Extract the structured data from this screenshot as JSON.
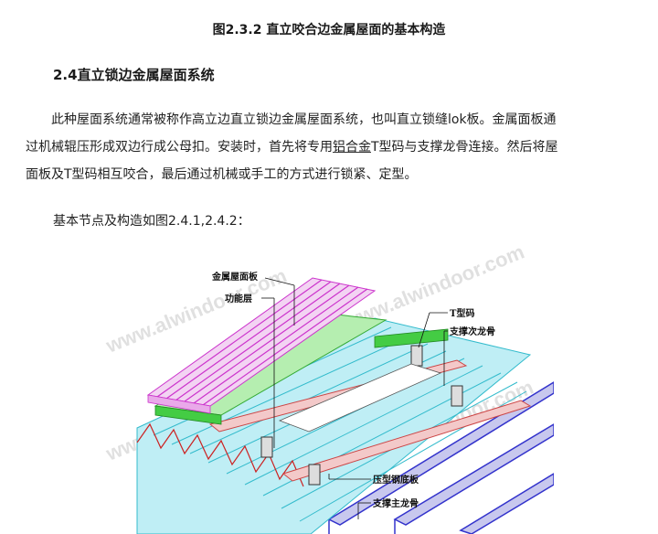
{
  "document": {
    "figure_caption": "图2.3.2 直立咬合边金属屋面的基本构造",
    "section_heading": "2.4直立锁边金属屋面系统",
    "paragraph": {
      "line1": "此种屋面系统通常被称作高立边直立锁边金属屋面系统，也叫直立锁缝lok板。金属面板通",
      "line2_before": "过机械辊压形成双边行成公母扣。安装时，首先将专用",
      "line2_underlined": "铝合金",
      "line2_after": "T型码与支撑龙骨连接。然后将屋",
      "line3": "面板及T型码相互咬合，最后通过机械或手工的方式进行锁紧、定型。"
    },
    "nodes_text": "基本节点及构造如图2.4.1,2.4.2："
  },
  "figure": {
    "labels": {
      "metal_roof_panel": "金属屋面板",
      "functional_layer": "功能层",
      "t_clip": "T型码",
      "secondary_purlin": "支撑次龙骨",
      "profiled_steel_deck": "压型钢底板",
      "main_purlin": "支撑主龙骨"
    },
    "watermark": "www.alwindoor.com",
    "colors": {
      "panel": "#cc33cc",
      "insulation": "#33cc33",
      "deck": "#33bbcc",
      "purlin": "#3333cc",
      "secondary": "#cc4444"
    }
  }
}
